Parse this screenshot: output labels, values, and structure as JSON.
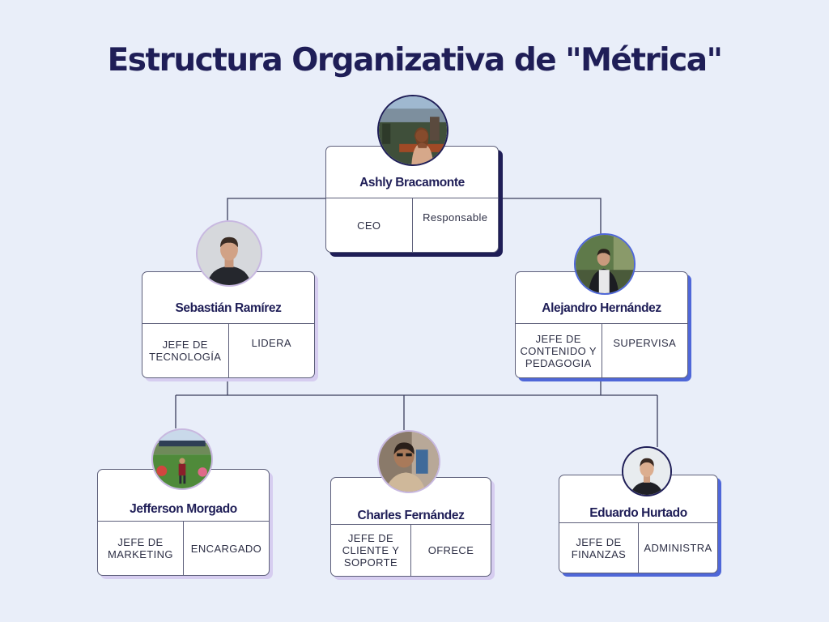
{
  "title": "Estructura Organizativa de \"Métrica\"",
  "colors": {
    "background": "#e9eef9",
    "title": "#1f1e57",
    "navy_shadow": "#1f1e57",
    "lavender_shadow": "#d6cdf0",
    "blue_shadow": "#4f67d8",
    "connector": "#3a3d5c"
  },
  "members": {
    "ashly": {
      "name": "Ashly Bracamonte",
      "role": "CEO",
      "action": "Responsable",
      "photo": "portrait-photo"
    },
    "sebastian": {
      "name": "Sebastián Ramírez",
      "role": "JEFE DE\nTECNOLOGÍA",
      "action": "LIDERA",
      "photo": "portrait-photo"
    },
    "alejandro": {
      "name": "Alejandro Hernández",
      "role": "JEFE DE\nCONTENIDO Y\nPEDAGOGIA",
      "action": "SUPERVISA",
      "photo": "portrait-photo"
    },
    "jefferson": {
      "name": "Jefferson Morgado",
      "role": "JEFE DE\nMARKETING",
      "action": "ENCARGADO",
      "photo": "portrait-photo"
    },
    "charles": {
      "name": "Charles Fernández",
      "role": "JEFE DE\nCLIENTE Y\nSOPORTE",
      "action": "OFRECE",
      "photo": "portrait-photo"
    },
    "eduardo": {
      "name": "Eduardo Hurtado",
      "role": "JEFE DE\nFINANZAS",
      "action": "ADMINISTRA",
      "photo": "portrait-photo"
    }
  }
}
